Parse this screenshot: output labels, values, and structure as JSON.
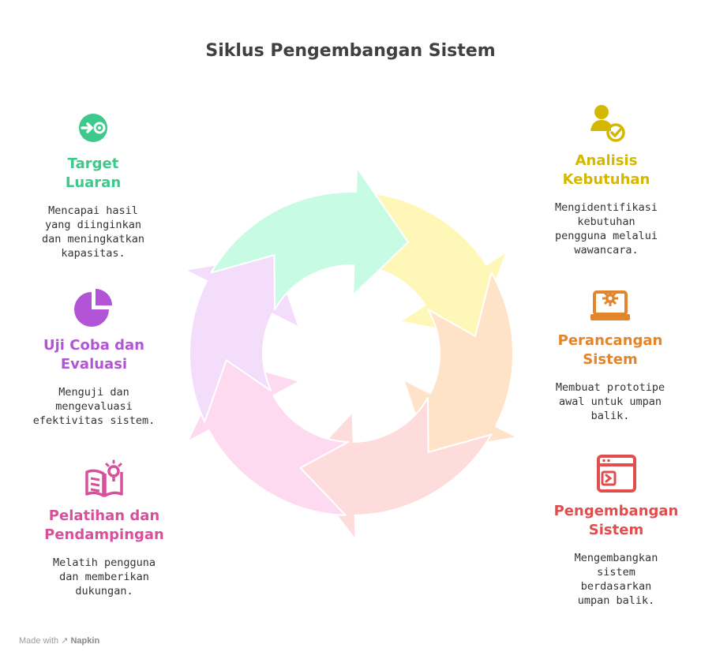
{
  "title": "Siklus Pengembangan Sistem",
  "colors": {
    "analysis": "#d4b800",
    "design": "#e2852b",
    "development": "#e04e4e",
    "training": "#d84f9b",
    "testing": "#b354d6",
    "target": "#3cc98b",
    "arrow_yellow": "#fff7b8",
    "arrow_orange": "#ffe3c9",
    "arrow_red": "#ffdcdc",
    "arrow_pink": "#fddaef",
    "arrow_purple": "#f3ddfb",
    "arrow_green": "#c8fbe4"
  },
  "steps": [
    {
      "id": "analysis",
      "icon": "user-check-icon",
      "heading": "Analisis\nKebutuhan",
      "description": "Mengidentifikasi\nkebutuhan\npengguna melalui\nwawancara."
    },
    {
      "id": "design",
      "icon": "laptop-gear-icon",
      "heading": "Perancangan\nSistem",
      "description": "Membuat prototipe\nawal untuk umpan\nbalik."
    },
    {
      "id": "development",
      "icon": "terminal-window-icon",
      "heading": "Pengembangan\nSistem",
      "description": "Mengembangkan\nsistem\nberdasarkan\numpan balik."
    },
    {
      "id": "training",
      "icon": "book-lightbulb-icon",
      "heading": "Pelatihan dan\nPendampingan",
      "description": "Melatih pengguna\ndan memberikan\ndukungan."
    },
    {
      "id": "testing",
      "icon": "pie-chart-icon",
      "heading": "Uji Coba dan\nEvaluasi",
      "description": "Menguji dan\nmengevaluasi\nefektivitas sistem."
    },
    {
      "id": "target",
      "icon": "target-arrow-icon",
      "heading": "Target\nLuaran",
      "description": "Mencapai hasil\nyang diinginkan\ndan meningkatkan\nkapasitas."
    }
  ],
  "footer": {
    "made_with": "Made with",
    "brand": "Napkin"
  }
}
